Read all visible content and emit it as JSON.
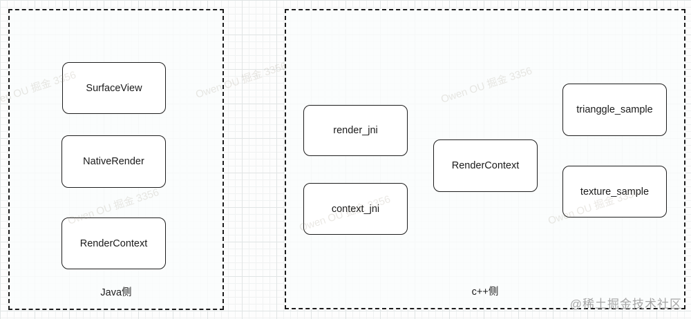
{
  "diagram": {
    "groups": [
      {
        "id": "java",
        "label": "Java侧",
        "nodes": [
          {
            "label": "SurfaceView"
          },
          {
            "label": "NativeRender"
          },
          {
            "label": "RenderContext"
          }
        ]
      },
      {
        "id": "cpp",
        "label": "c++侧",
        "nodes": [
          {
            "label": "render_jni"
          },
          {
            "label": "context_jni"
          },
          {
            "label": "RenderContext"
          },
          {
            "label": "trianggle_sample"
          },
          {
            "label": "texture_sample"
          }
        ]
      }
    ]
  },
  "watermarks": {
    "diagonal": "Owen OU 掘金 3356",
    "corner": "@稀土掘金技术社区"
  },
  "colors": {
    "node_border": "#1c1c1c",
    "group_border": "#1a1a1a",
    "node_fill": "#ffffff",
    "grid_minor": "#f0f2f2",
    "grid_major": "#e0e4e4",
    "corner_watermark": "#a6a6a6"
  }
}
